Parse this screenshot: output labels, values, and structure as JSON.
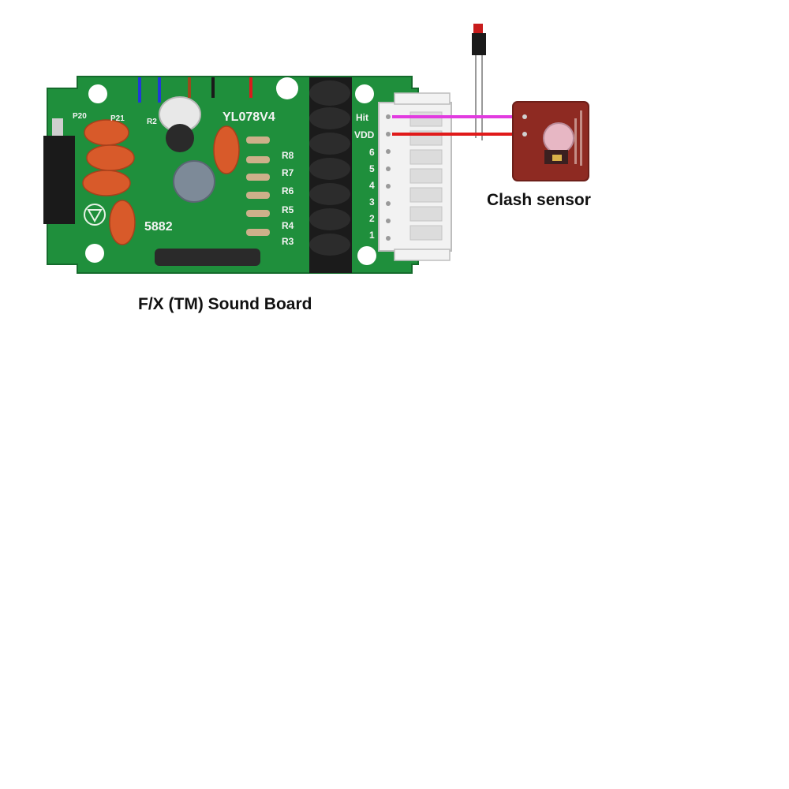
{
  "captions": {
    "sound_board": "F/X (TM) Sound Board",
    "clash_sensor": "Clash sensor"
  },
  "board_silkscreen": {
    "model": "YL078V4",
    "chip": "5882",
    "header_labels": [
      "Hit",
      "VDD",
      "6",
      "5",
      "4",
      "3",
      "2",
      "1"
    ],
    "resistor_labels": [
      "R8",
      "R7",
      "R6",
      "R5",
      "R4",
      "R3"
    ],
    "jumper_labels": [
      "P20",
      "P21",
      "R2"
    ]
  },
  "colors": {
    "pcb_green": "#1f8f3c",
    "hit_wire": "#e23be0",
    "vdd_wire": "#e01a1a",
    "sensor_board": "#8e2a22",
    "capacitor_orange": "#d85a2a",
    "connector_white": "#f2f2f2"
  }
}
